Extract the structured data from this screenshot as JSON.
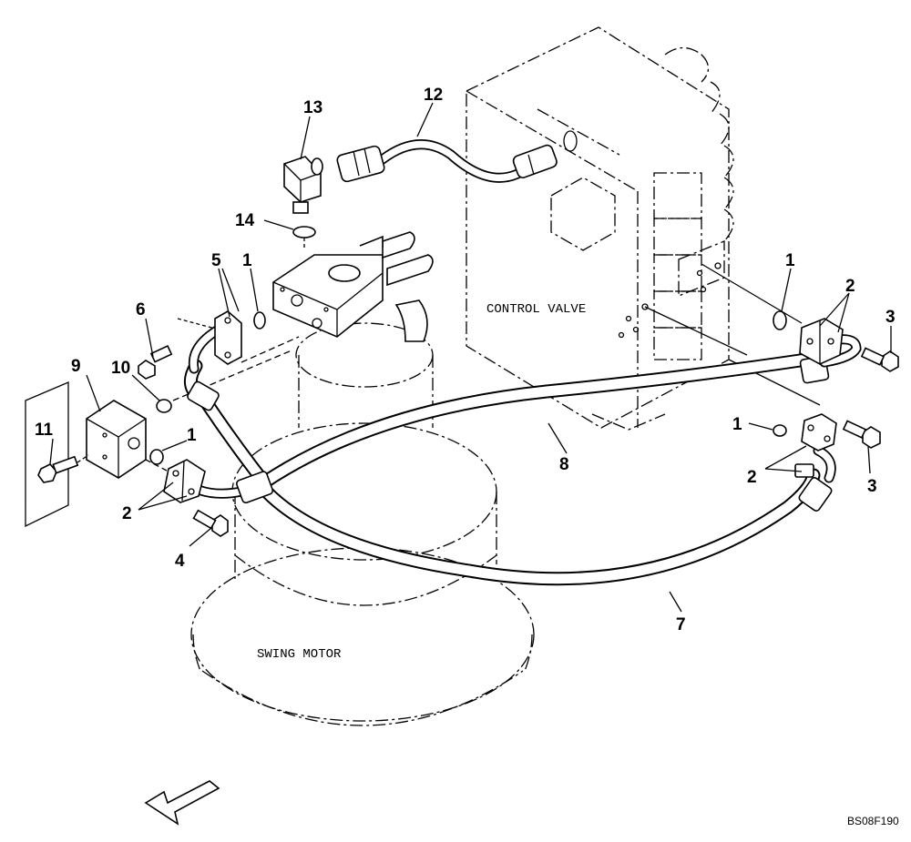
{
  "diagram": {
    "labels": {
      "control_valve": "CONTROL VALVE",
      "swing_motor": "SWING MOTOR",
      "figure_code": "BS08F190"
    },
    "callouts": [
      {
        "id": "c1a",
        "text": "1"
      },
      {
        "id": "c1b",
        "text": "1"
      },
      {
        "id": "c1c",
        "text": "1"
      },
      {
        "id": "c1d",
        "text": "1"
      },
      {
        "id": "c2a",
        "text": "2"
      },
      {
        "id": "c2b",
        "text": "2"
      },
      {
        "id": "c2c",
        "text": "2"
      },
      {
        "id": "c3a",
        "text": "3"
      },
      {
        "id": "c3b",
        "text": "3"
      },
      {
        "id": "c4",
        "text": "4"
      },
      {
        "id": "c5",
        "text": "5"
      },
      {
        "id": "c6",
        "text": "6"
      },
      {
        "id": "c7",
        "text": "7"
      },
      {
        "id": "c8",
        "text": "8"
      },
      {
        "id": "c9",
        "text": "9"
      },
      {
        "id": "c10",
        "text": "10"
      },
      {
        "id": "c11",
        "text": "11"
      },
      {
        "id": "c12",
        "text": "12"
      },
      {
        "id": "c13",
        "text": "13"
      },
      {
        "id": "c14",
        "text": "14"
      }
    ]
  }
}
